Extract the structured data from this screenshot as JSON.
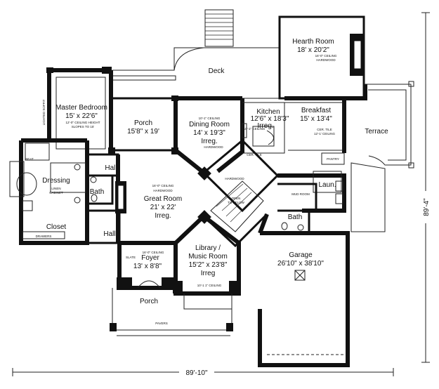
{
  "rooms": {
    "hearth": {
      "name": "Hearth Room",
      "dims": "18' x 20'2\"",
      "ceiling": "16'-0\" CEILING",
      "floor": "HARDWOOD"
    },
    "deck": {
      "name": "Deck"
    },
    "master": {
      "name": "Master Bedroom",
      "dims": "15' x 22'6\"",
      "ceiling1": "12'-0\" CEILING HEIGHT",
      "ceiling2": "SLOPES TO 15'",
      "soffit": "LIGHTED SOFFIT"
    },
    "porch_top": {
      "name": "Porch",
      "dims": "15'8\" x 19'"
    },
    "dining": {
      "name": "Dining Room",
      "dims": "14' x 19'3\"",
      "shape": "Irreg.",
      "ceiling": "10'-1\" CEILING",
      "floor": "HARDWOOD"
    },
    "kitchen": {
      "name": "Kitchen",
      "dims": "12'6\" x 18'3\"",
      "shape": "Irreg.",
      "ceiling": "10'-1\" CEILING",
      "floor": "CER. TILE"
    },
    "breakfast": {
      "name": "Breakfast",
      "dims": "15' x 13'4\"",
      "floor": "CER. TILE",
      "ceiling": "12'-1' CEILING"
    },
    "terrace": {
      "name": "Terrace"
    },
    "pantry": {
      "name": "PANTRY"
    },
    "dressing": {
      "name": "Dressing",
      "note1": "LINEN",
      "note2": "CABINET",
      "seat": "SEAT"
    },
    "hall_top": {
      "name": "Hall"
    },
    "bath_left": {
      "name": "Bath"
    },
    "great": {
      "name": "Great Room",
      "dims": "21' x 22'",
      "shape": "Irreg.",
      "ceiling": "16'-0\" CEILING",
      "floor": "HARDWOOD"
    },
    "laundry": {
      "name": "Laun."
    },
    "mud": {
      "name": "MUD ROOM"
    },
    "closet": {
      "name": "Closet",
      "drawers": "DRAWERS"
    },
    "hall_bottom": {
      "name": "Hall"
    },
    "bath_right": {
      "name": "Bath"
    },
    "stair": {
      "floor": "HARDWOOD",
      "open": "OPEN",
      "below": "TO BELOW"
    },
    "foyer": {
      "name": "Foyer",
      "dims": "13' x 8'8\"",
      "ceiling": "16'-0\" CEILING",
      "floor": "SLATE"
    },
    "library": {
      "name": "Library /",
      "name2": "Music Room",
      "dims": "15'2\" x 23'8\"",
      "shape": "Irreg",
      "ceiling": "10'-1 1\" CEILING"
    },
    "garage": {
      "name": "Garage",
      "dims": "26'10\" x 38'10\""
    },
    "porch_front": {
      "name": "Porch",
      "floor": "PAVERS"
    }
  },
  "dimensions": {
    "overall_width": "89'-10\"",
    "overall_depth": "89'-4\""
  }
}
